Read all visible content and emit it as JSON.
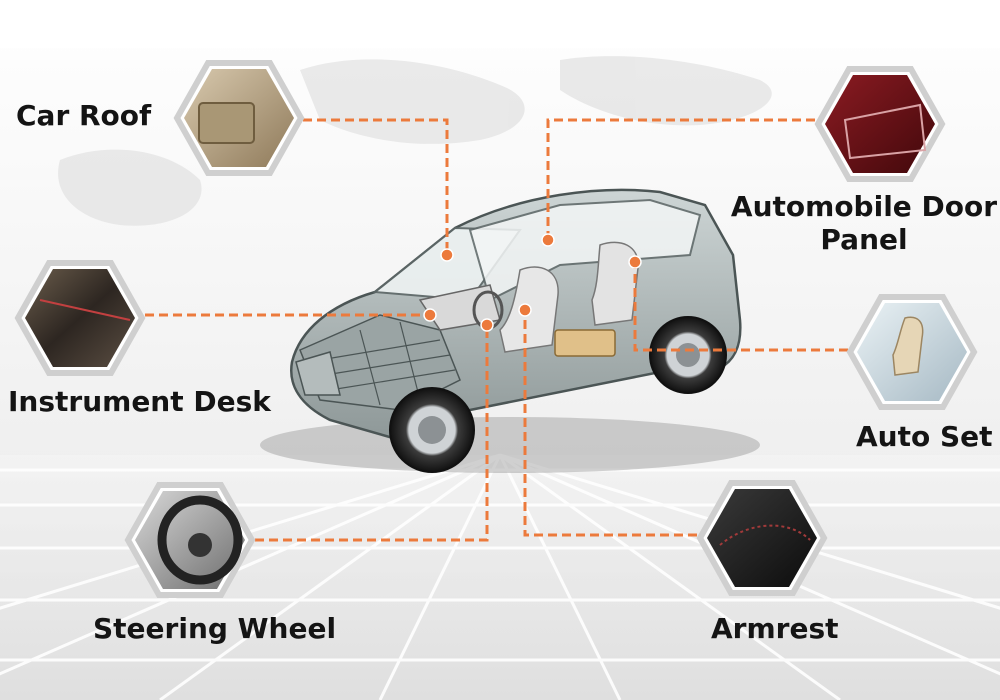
{
  "diagram": {
    "accent_color": "#ec7a3c",
    "parts": [
      {
        "id": "car-roof",
        "label": "Car Roof"
      },
      {
        "id": "instrument-desk",
        "label": "Instrument Desk"
      },
      {
        "id": "steering-wheel",
        "label": "Steering Wheel"
      },
      {
        "id": "door-panel",
        "label": "Automobile Door Panel"
      },
      {
        "id": "auto-set",
        "label": "Auto Set"
      },
      {
        "id": "armrest",
        "label": "Armrest"
      }
    ]
  }
}
